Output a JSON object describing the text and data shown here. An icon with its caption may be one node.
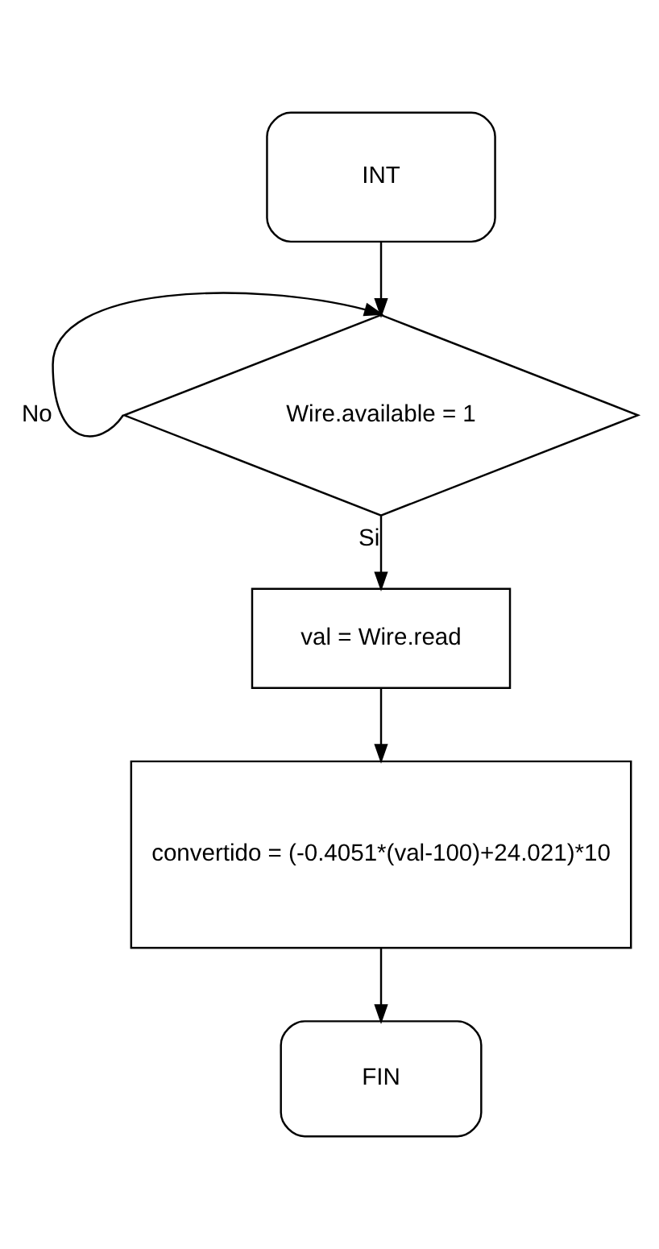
{
  "diagram": {
    "nodes": [
      {
        "text": [
          "INT"
        ]
      },
      {
        "text": [
          "Wire.available = 1"
        ]
      },
      {
        "text": [
          "val = Wire.read"
        ]
      },
      {
        "text": [
          "convertido = (-0.4051*(val-100)+24.021)*10"
        ]
      },
      {
        "text": [
          "FIN"
        ]
      }
    ],
    "edges": [
      {
        "from": 0,
        "to": 1,
        "arrow": "to"
      },
      {
        "from": 1,
        "to": 1,
        "arrow": "to",
        "label": "No"
      },
      {
        "from": 1,
        "to": 2,
        "arrow": "to",
        "label": "Si"
      },
      {
        "from": 2,
        "to": 3,
        "arrow": "to"
      },
      {
        "from": 3,
        "to": 4,
        "arrow": "to"
      }
    ]
  }
}
